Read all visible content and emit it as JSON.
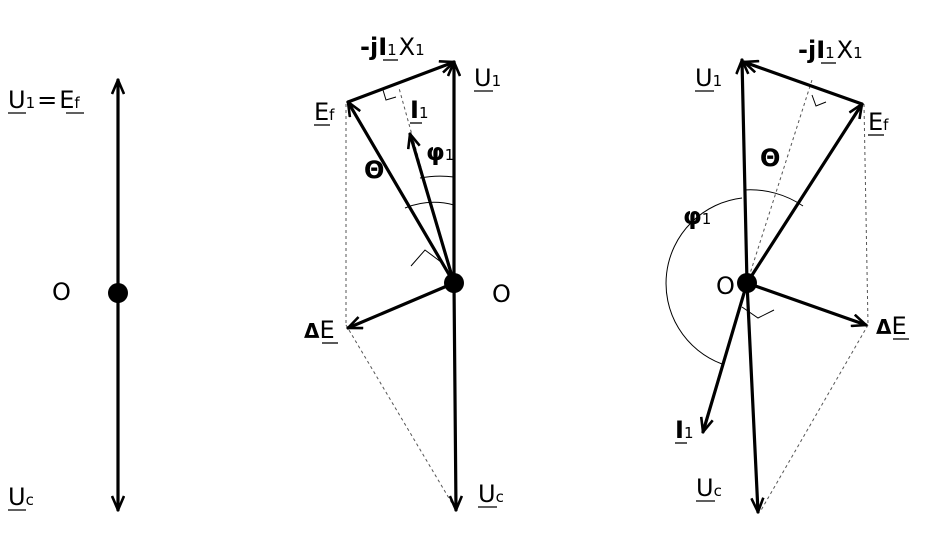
{
  "diagram_1": {
    "label_u1": "U",
    "label_u1_sub": "1",
    "label_eq": "=",
    "label_ef": "E",
    "label_ef_sub": "f",
    "label_origin": "O",
    "label_uc": "U",
    "label_uc_sub": "c"
  },
  "diagram_2": {
    "label_jix": "-j",
    "label_jix_i": "I",
    "label_jix_sub1": "1",
    "label_jix_x": "X",
    "label_jix_sub2": "1",
    "label_u1": "U",
    "label_u1_sub": "1",
    "label_i1": "I",
    "label_i1_sub": "1",
    "label_ef": "E",
    "label_ef_sub": "f",
    "label_phi": "φ",
    "label_phi_sub": "1",
    "label_theta": "Θ",
    "label_origin": "O",
    "label_delta": "Δ",
    "label_delta_e": "E",
    "label_uc": "U",
    "label_uc_sub": "c"
  },
  "diagram_3": {
    "label_jix": "-j",
    "label_jix_i": "I",
    "label_jix_sub1": "1",
    "label_jix_x": "X",
    "label_jix_sub2": "1",
    "label_u1": "U",
    "label_u1_sub": "1",
    "label_ef": "E",
    "label_ef_sub": "f",
    "label_theta": "Θ",
    "label_phi": "φ",
    "label_phi_sub": "1",
    "label_origin": "O",
    "label_delta": "Δ",
    "label_delta_e": "E",
    "label_i1": "I",
    "label_i1_sub": "1",
    "label_uc": "U",
    "label_uc_sub": "c"
  }
}
